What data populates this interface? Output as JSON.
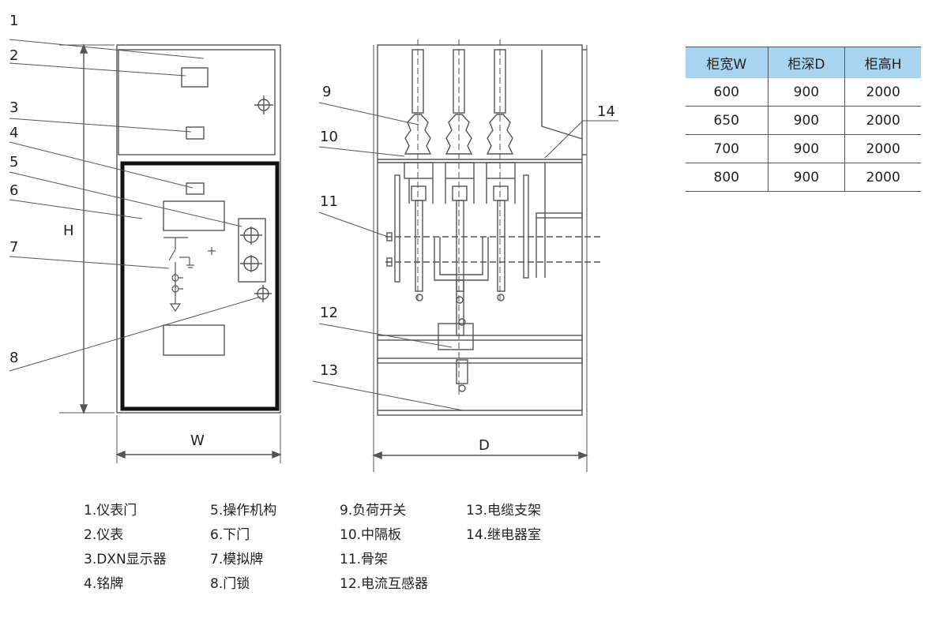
{
  "callouts": {
    "c1": "1",
    "c2": "2",
    "c3": "3",
    "c4": "4",
    "c5": "5",
    "c6": "6",
    "c7": "7",
    "c8": "8",
    "c9": "9",
    "c10": "10",
    "c11": "11",
    "c12": "12",
    "c13": "13",
    "c14": "14"
  },
  "dimensions": {
    "height": "H",
    "width": "W",
    "depth": "D"
  },
  "spec_table": {
    "headers": [
      "柜宽W",
      "柜深D",
      "柜高H"
    ],
    "rows": [
      [
        "600",
        "900",
        "2000"
      ],
      [
        "650",
        "900",
        "2000"
      ],
      [
        "700",
        "900",
        "2000"
      ],
      [
        "800",
        "900",
        "2000"
      ]
    ]
  },
  "legend": {
    "col1": [
      "1.仪表门",
      "2.仪表",
      "3.DXN显示器",
      "4.铭牌"
    ],
    "col2": [
      "5.操作机构",
      "6.下门",
      "7.模拟牌",
      "8.门锁"
    ],
    "col3": [
      "9.负荷开关",
      "10.中隔板",
      "11.骨架",
      "12.电流互感器"
    ],
    "col4": [
      "13.电缆支架",
      "14.继电器室"
    ]
  },
  "colors": {
    "line": "#555555",
    "door_frame": "#111111",
    "table_header": "#a9d4ef"
  }
}
